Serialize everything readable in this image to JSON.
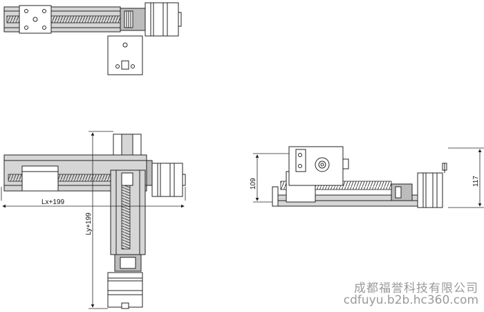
{
  "dimensions": {
    "lx": "Lx+199",
    "ly": "Ly+199",
    "height_109": "109",
    "height_117": "117"
  },
  "watermark": {
    "company": "成都福誉科技有限公司",
    "url": "cdfuyu.b2b.hc360.com"
  }
}
